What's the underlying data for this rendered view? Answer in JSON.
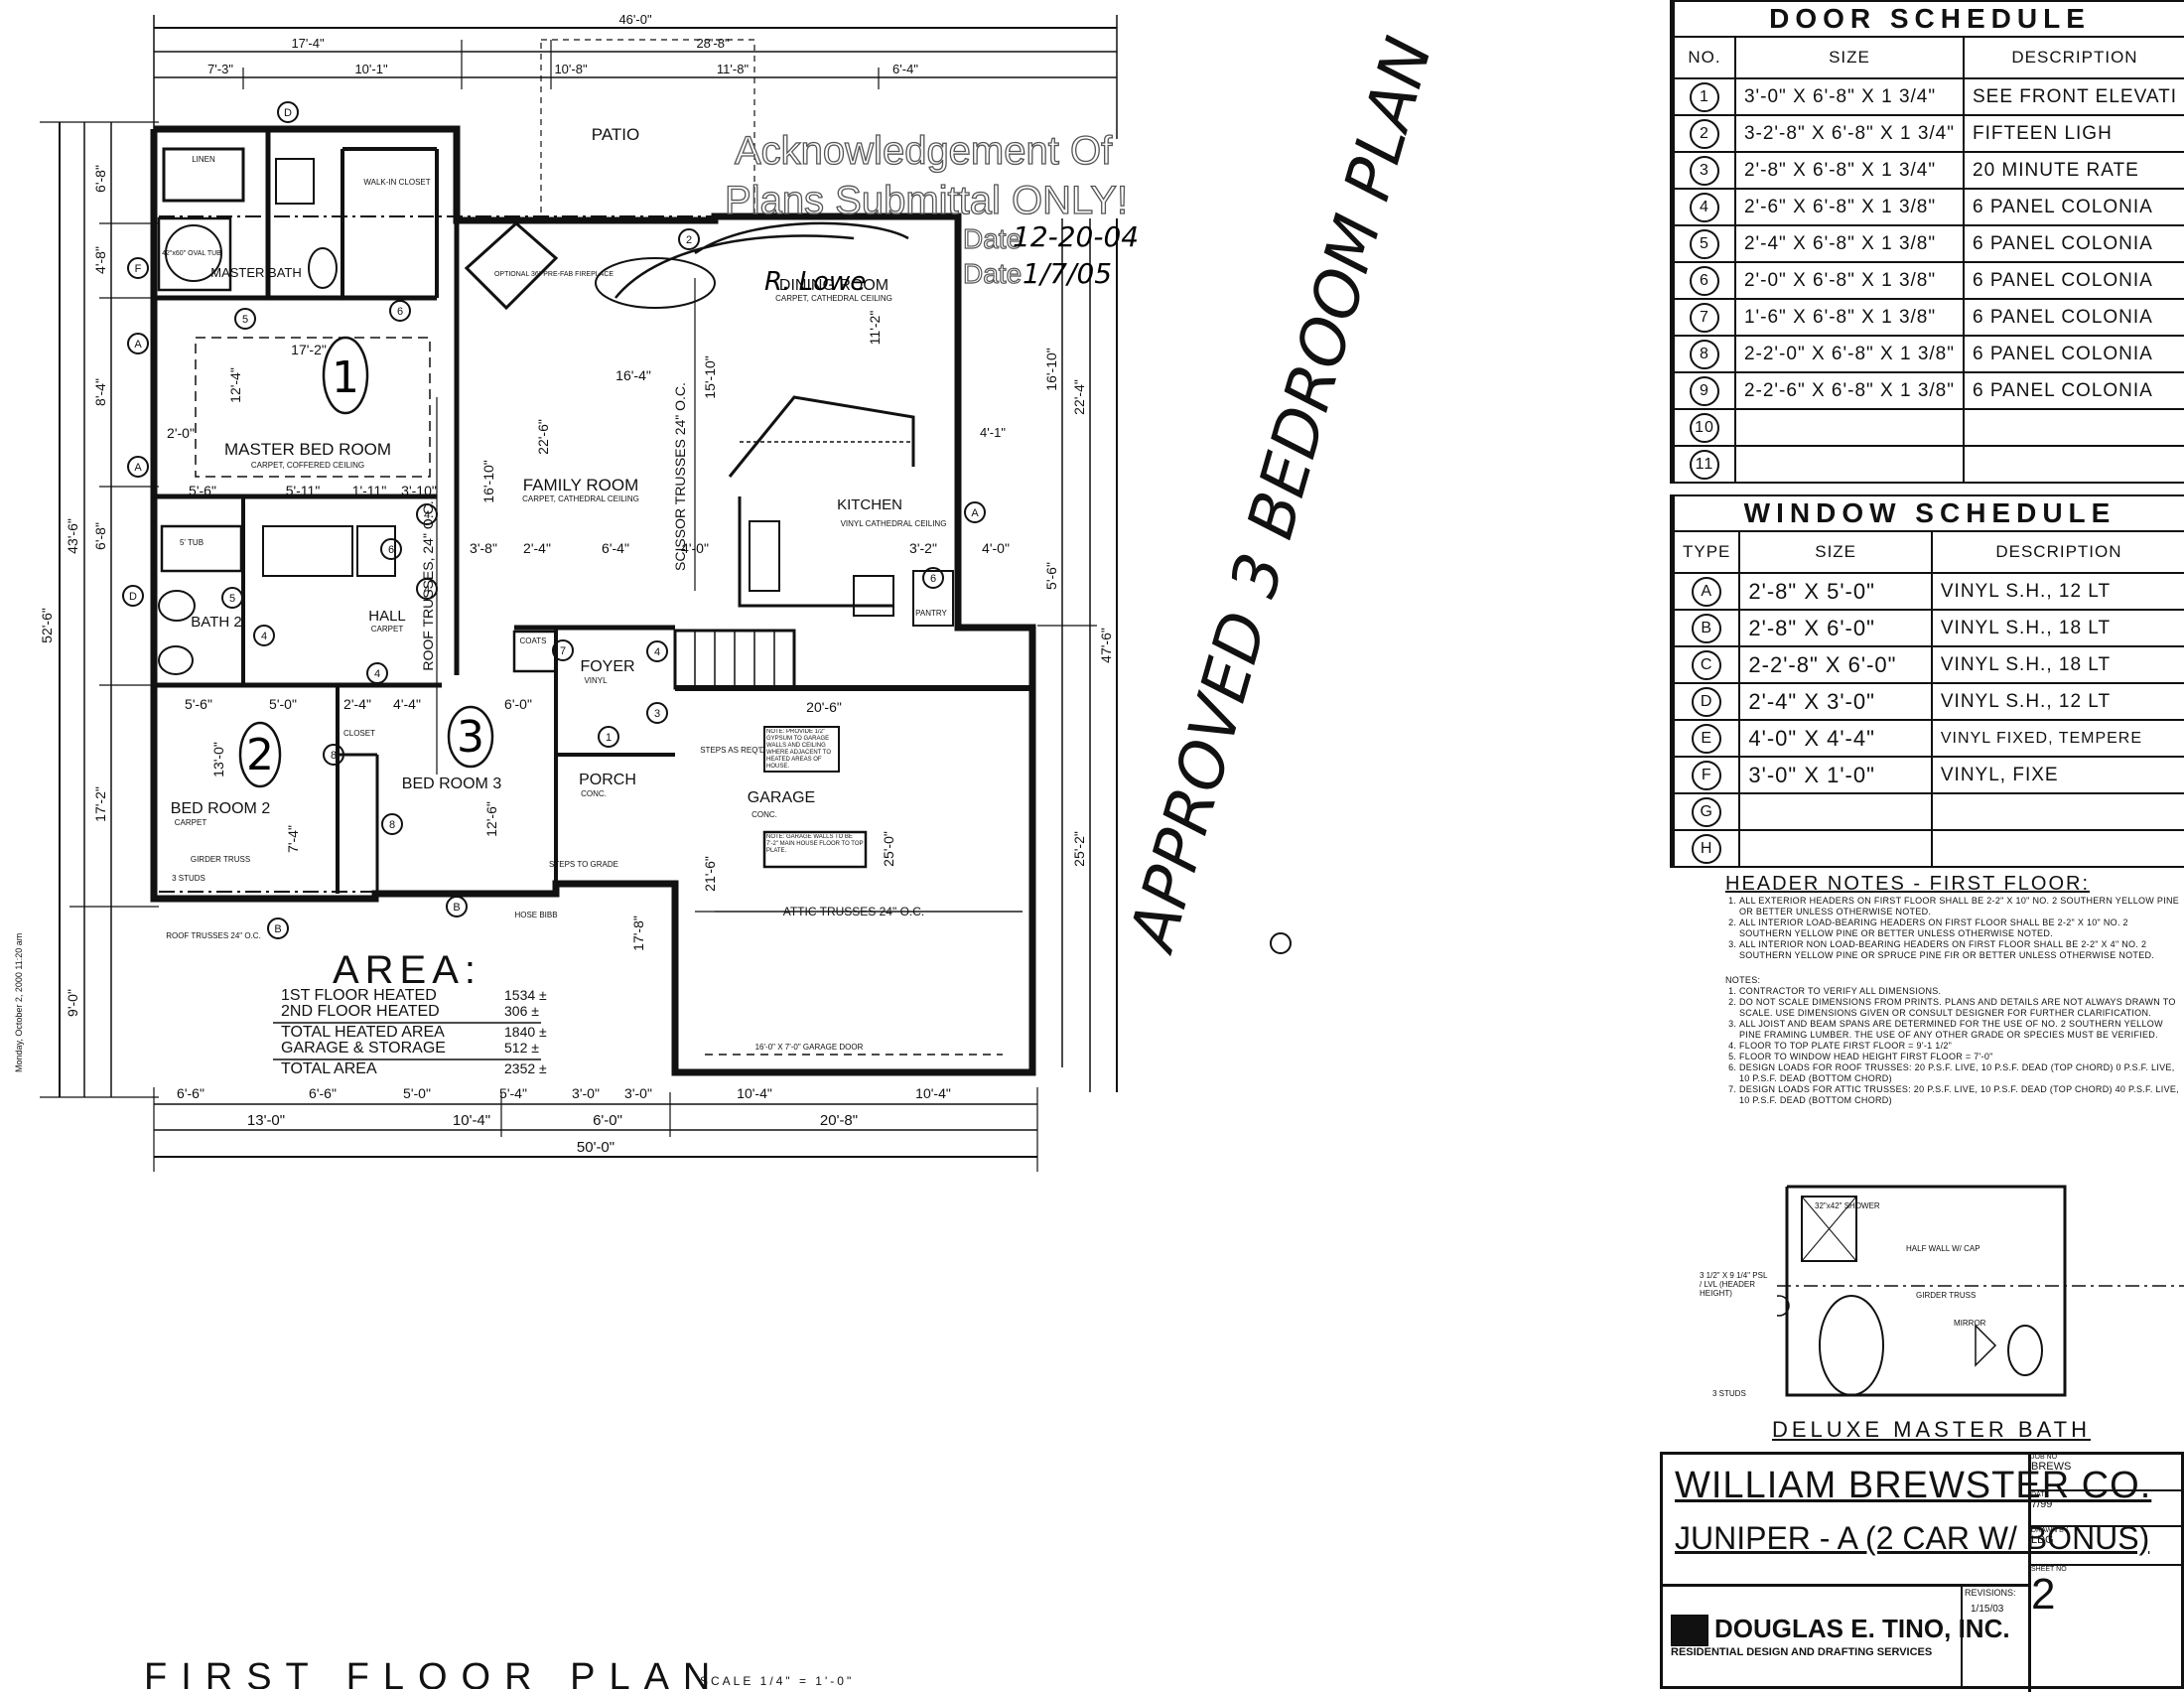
{
  "title": "FIRST FLOOR PLAN",
  "scale": "SCALE 1/4\" = 1'-0\"",
  "stamp": {
    "line1": "Acknowledgement Of",
    "line2": "Plans Submittal ONLY!",
    "date1_label": "Date",
    "date1_value": "12-20-04",
    "date2_label": "Date",
    "date2_value": "1/7/05"
  },
  "handwritten_note": "APPROVED 3 BEDROOM PLAN",
  "dimensions": {
    "top_overall": "46'-0\"",
    "top_a": "17'-4\"",
    "top_b": "28'-8\"",
    "top_c1": "7'-3\"",
    "top_c2": "10'-1\"",
    "top_c3": "10'-8\"",
    "top_c4": "11'-8\"",
    "top_c5": "6'-4\"",
    "left_overall": "52'-6\"",
    "left_a": "43'-6\"",
    "left_b": "9'-0\"",
    "left_1": "6'-8\"",
    "left_2": "4'-8\"",
    "left_3": "8'-4\"",
    "left_4": "6'-8\"",
    "left_5": "17'-2\"",
    "right_overall": "47'-6\"",
    "right_1": "16'-10\"",
    "right_2": "22'-4\"",
    "right_3": "5'-6\"",
    "right_4": "25'-2\"",
    "bottom_overall": "50'-0\"",
    "bottom_1": "13'-0\"",
    "bottom_2": "10'-4\"",
    "bottom_3": "6'-0\"",
    "bottom_4": "20'-8\"",
    "bottom_c1": "6'-6\"",
    "bottom_c2": "6'-6\"",
    "bottom_c3": "5'-0\"",
    "bottom_c4": "5'-4\"",
    "bottom_c5": "3'-0\"",
    "bottom_c6": "3'-0\"",
    "bottom_c7": "10'-4\"",
    "bottom_c8": "10'-4\""
  },
  "rooms": {
    "patio": "PATIO",
    "master_bath": "MASTER BATH",
    "master_bed": "MASTER BED ROOM",
    "master_bed_note": "CARPET, COFFERED CEILING",
    "dining": "DINING ROOM",
    "dining_note": "CARPET, CATHEDRAL CEILING",
    "family": "FAMILY ROOM",
    "family_note": "CARPET, CATHEDRAL CEILING",
    "kitchen": "KITCHEN",
    "kitchen_note": "VINYL CATHEDRAL CEILING",
    "bath2": "BATH 2",
    "hall": "HALL",
    "hall_note": "CARPET",
    "foyer": "FOYER",
    "foyer_note": "VINYL",
    "porch": "PORCH",
    "porch_note": "CONC.",
    "bed2": "BED ROOM 2",
    "bed2_note": "CARPET",
    "bed3": "BED ROOM 3",
    "garage": "GARAGE",
    "garage_note": "CONC.",
    "closet": "CLOSET",
    "walkin": "WALK-IN CLOSET",
    "pantry": "PANTRY",
    "linen": "LINEN",
    "coats": "COATS",
    "tub": "5' TUB",
    "oval_tub": "42\"x60\" OVAL TUB",
    "fireplace": "OPTIONAL 36\" PRE-FAB FIREPLACE",
    "attic_trusses": "ATTIC TRUSSES 24\" O.C.",
    "scissor_trusses": "SCISSOR TRUSSES 24\" O.C.",
    "roof_trusses": "ROOF TRUSSES 24\" O.C.",
    "garage_door": "16'-0\" X 7'-0\" GARAGE DOOR",
    "garage_note2": "NOTE: GARAGE WALLS TO BE 7'-2\" MAIN HOUSE FLOOR TO TOP PLATE.",
    "gypsum_note": "NOTE: PROVIDE 1/2\" GYPSUM TO GARAGE WALLS AND CEILING WHERE ADJACENT TO HEATED AREAS OF HOUSE.",
    "steps_grade": "STEPS TO GRADE",
    "steps_reqd": "STEPS AS REQ'D",
    "hose_bibb": "HOSE BIBB",
    "girder_truss": "GIRDER TRUSS",
    "studs": "3 STUDS"
  },
  "handwritten_marks": {
    "mark1": "1",
    "mark2": "2",
    "mark3": "3",
    "initials": "R. Lowe"
  },
  "area": {
    "title": "AREA:",
    "rows": [
      {
        "label": "1ST FLOOR HEATED",
        "value": "1534 ±"
      },
      {
        "label": "2ND FLOOR HEATED",
        "value": "306 ±"
      },
      {
        "label": "TOTAL HEATED AREA",
        "value": "1840 ±"
      },
      {
        "label": "GARAGE & STORAGE",
        "value": "512 ±"
      },
      {
        "label": "TOTAL AREA",
        "value": "2352 ±"
      }
    ]
  },
  "door_schedule": {
    "title": "DOOR SCHEDULE",
    "headers": [
      "NO.",
      "SIZE",
      "DESCRIPTION"
    ],
    "rows": [
      {
        "no": "1",
        "size": "3'-0\" X 6'-8\" X 1 3/4\"",
        "desc": "SEE FRONT ELEVATI"
      },
      {
        "no": "2",
        "size": "3-2'-8\" X 6'-8\" X 1 3/4\"",
        "desc": "FIFTEEN LIGH"
      },
      {
        "no": "3",
        "size": "2'-8\" X 6'-8\" X 1 3/4\"",
        "desc": "20 MINUTE RATE"
      },
      {
        "no": "4",
        "size": "2'-6\" X 6'-8\" X 1 3/8\"",
        "desc": "6 PANEL COLONIA"
      },
      {
        "no": "5",
        "size": "2'-4\" X 6'-8\" X 1 3/8\"",
        "desc": "6 PANEL COLONIA"
      },
      {
        "no": "6",
        "size": "2'-0\" X 6'-8\" X 1 3/8\"",
        "desc": "6 PANEL COLONIA"
      },
      {
        "no": "7",
        "size": "1'-6\" X 6'-8\" X 1 3/8\"",
        "desc": "6 PANEL COLONIA"
      },
      {
        "no": "8",
        "size": "2-2'-0\" X 6'-8\" X 1 3/8\"",
        "desc": "6 PANEL COLONIA"
      },
      {
        "no": "9",
        "size": "2-2'-6\" X 6'-8\" X 1 3/8\"",
        "desc": "6 PANEL COLONIA"
      },
      {
        "no": "10",
        "size": "",
        "desc": ""
      },
      {
        "no": "11",
        "size": "",
        "desc": ""
      }
    ]
  },
  "window_schedule": {
    "title": "WINDOW SCHEDULE",
    "headers": [
      "TYPE",
      "SIZE",
      "DESCRIPTION"
    ],
    "rows": [
      {
        "type": "A",
        "size": "2'-8\" X 5'-0\"",
        "desc": "VINYL S.H., 12 LT"
      },
      {
        "type": "B",
        "size": "2'-8\" X 6'-0\"",
        "desc": "VINYL S.H., 18 LT"
      },
      {
        "type": "C",
        "size": "2-2'-8\" X 6'-0\"",
        "desc": "VINYL S.H., 18 LT"
      },
      {
        "type": "D",
        "size": "2'-4\" X 3'-0\"",
        "desc": "VINYL S.H., 12 LT"
      },
      {
        "type": "E",
        "size": "4'-0\" X 4'-4\"",
        "desc": "VINYL FIXED, TEMPERE"
      },
      {
        "type": "F",
        "size": "3'-0\" X 1'-0\"",
        "desc": "VINYL, FIXE"
      },
      {
        "type": "G",
        "size": "",
        "desc": ""
      },
      {
        "type": "H",
        "size": "",
        "desc": ""
      }
    ]
  },
  "header_notes": {
    "title": "HEADER NOTES - FIRST FLOOR:",
    "items": [
      "ALL EXTERIOR HEADERS ON FIRST FLOOR SHALL BE 2-2\" X 10\" NO. 2 SOUTHERN YELLOW PINE OR BETTER UNLESS OTHERWISE NOTED.",
      "ALL INTERIOR LOAD-BEARING HEADERS ON FIRST FLOOR SHALL BE 2-2\" X 10\" NO. 2 SOUTHERN YELLOW PINE OR BETTER UNLESS OTHERWISE NOTED.",
      "ALL INTERIOR NON LOAD-BEARING HEADERS ON FIRST FLOOR SHALL BE 2-2\" X 4\" NO. 2 SOUTHERN YELLOW PINE OR SPRUCE PINE FIR OR BETTER UNLESS OTHERWISE NOTED."
    ],
    "notes_title": "NOTES:",
    "notes": [
      "CONTRACTOR TO VERIFY ALL DIMENSIONS.",
      "DO NOT SCALE DIMENSIONS FROM PRINTS. PLANS AND DETAILS ARE NOT ALWAYS DRAWN TO SCALE. USE DIMENSIONS GIVEN OR CONSULT DESIGNER FOR FURTHER CLARIFICATION.",
      "ALL JOIST AND BEAM SPANS ARE DETERMINED FOR THE USE OF NO. 2 SOUTHERN YELLOW PINE FRAMING LUMBER. THE USE OF ANY OTHER GRADE OR SPECIES MUST BE VERIFIED.",
      "FLOOR TO TOP PLATE FIRST FLOOR = 9'-1 1/2\"",
      "FLOOR TO WINDOW HEAD HEIGHT FIRST FLOOR = 7'-0\"",
      "DESIGN LOADS FOR ROOF TRUSSES: 20 P.S.F. LIVE, 10 P.S.F. DEAD (TOP CHORD) 0 P.S.F. LIVE, 10 P.S.F. DEAD (BOTTOM CHORD)",
      "DESIGN LOADS FOR ATTIC TRUSSES: 20 P.S.F. LIVE, 10 P.S.F. DEAD (TOP CHORD) 40 P.S.F. LIVE, 10 P.S.F. DEAD (BOTTOM CHORD)"
    ]
  },
  "deluxe_bath": {
    "title": "DELUXE MASTER BATH",
    "shower": "32\"x42\" SHOWER",
    "half_wall": "HALF WALL W/ CAP",
    "mirror": "MIRROR",
    "girder": "GIRDER TRUSS",
    "header": "3 1/2\" X 9 1/4\" PSL / LVL (HEADER HEIGHT)",
    "studs": "3 STUDS"
  },
  "title_block": {
    "company": "WILLIAM BREWSTER CO.",
    "project": "JUNIPER - A (2 CAR W/ BONUS)",
    "designer": "DOUGLAS E. TINO, INC.",
    "designer_sub": "RESIDENTIAL DESIGN AND DRAFTING SERVICES",
    "revisions_label": "REVISIONS:",
    "revision_date": "1/15/03",
    "job_label": "JOB NO",
    "job_value": "BREWS",
    "date_label": "DATE",
    "date_value": "7/99",
    "drawn_label": "DRAWN BY",
    "drawn_value": "LDG",
    "sheet_label": "SHEET NO",
    "sheet_value": "2"
  },
  "margin_text": "Monday, October 2, 2000 11:20 am"
}
